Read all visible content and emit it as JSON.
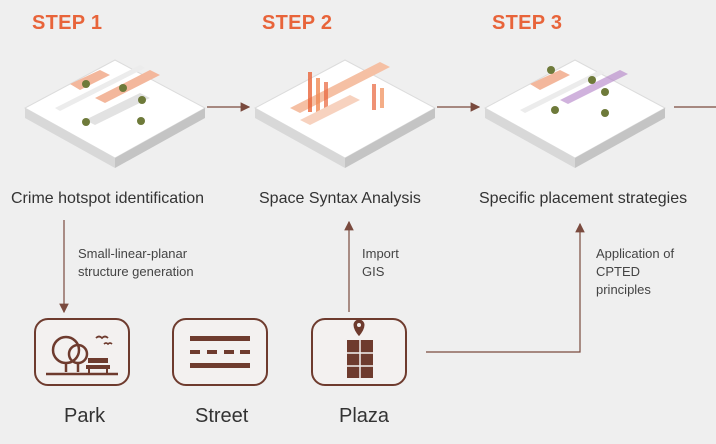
{
  "steps": [
    {
      "title": "STEP 1",
      "caption": "Crime hotspot identification"
    },
    {
      "title": "STEP 2",
      "caption": "Space Syntax Analysis"
    },
    {
      "title": "STEP 3",
      "caption": "Specific placement strategies"
    }
  ],
  "notes": {
    "structure": "Small-linear-planar\nstructure generation",
    "import": "Import\nGIS",
    "cpted": "Application of\nCPTED\nprinciples"
  },
  "structures": [
    {
      "label": "Park",
      "icon": "park-icon"
    },
    {
      "label": "Street",
      "icon": "street-icon"
    },
    {
      "label": "Plaza",
      "icon": "plaza-icon"
    }
  ],
  "colors": {
    "accent": "#e8643a",
    "icon_brown": "#6e3b2e",
    "arrow": "#7a4a3e"
  }
}
